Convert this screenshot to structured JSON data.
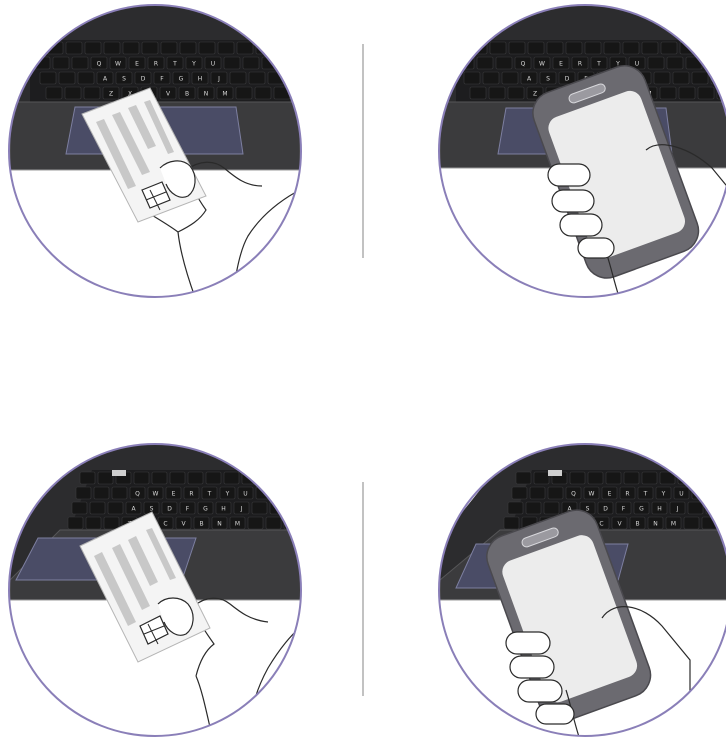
{
  "illustration": {
    "palette": {
      "ring": "#8a7fb8",
      "laptop_body": "#2c2c2e",
      "keyboard_bed": "#1d1d1f",
      "key": "#161616",
      "key_edge": "#3a3a3c",
      "key_legend": "#d8d8d8",
      "palmrest": "#3b3b3d",
      "palmrest_edge": "#565658",
      "touchpad": "#4a4c66",
      "touchpad_edge": "#7d7fa0",
      "card_fill": "#f4f4f4",
      "card_stripe": "#c8c8c8",
      "chip": "#ffffff",
      "phone_body": "#6b6a70",
      "phone_screen": "#ececec",
      "hand_stroke": "#2a2a2a",
      "divider": "#9a9a9a"
    },
    "panels": [
      {
        "id": "card-flat",
        "device": "nfc-card",
        "view": "flat"
      },
      {
        "id": "phone-flat",
        "device": "smartphone",
        "view": "flat"
      },
      {
        "id": "card-angled",
        "device": "nfc-card",
        "view": "angled"
      },
      {
        "id": "phone-angled",
        "device": "smartphone",
        "view": "angled"
      }
    ],
    "keyboard_legends": {
      "row1": [
        "Q",
        "W",
        "E",
        "R",
        "T",
        "Y",
        "U"
      ],
      "row2": [
        "A",
        "S",
        "D",
        "F",
        "G",
        "H",
        "J"
      ],
      "row3": [
        "Z",
        "X",
        "C",
        "V",
        "B",
        "N",
        "M"
      ]
    }
  }
}
